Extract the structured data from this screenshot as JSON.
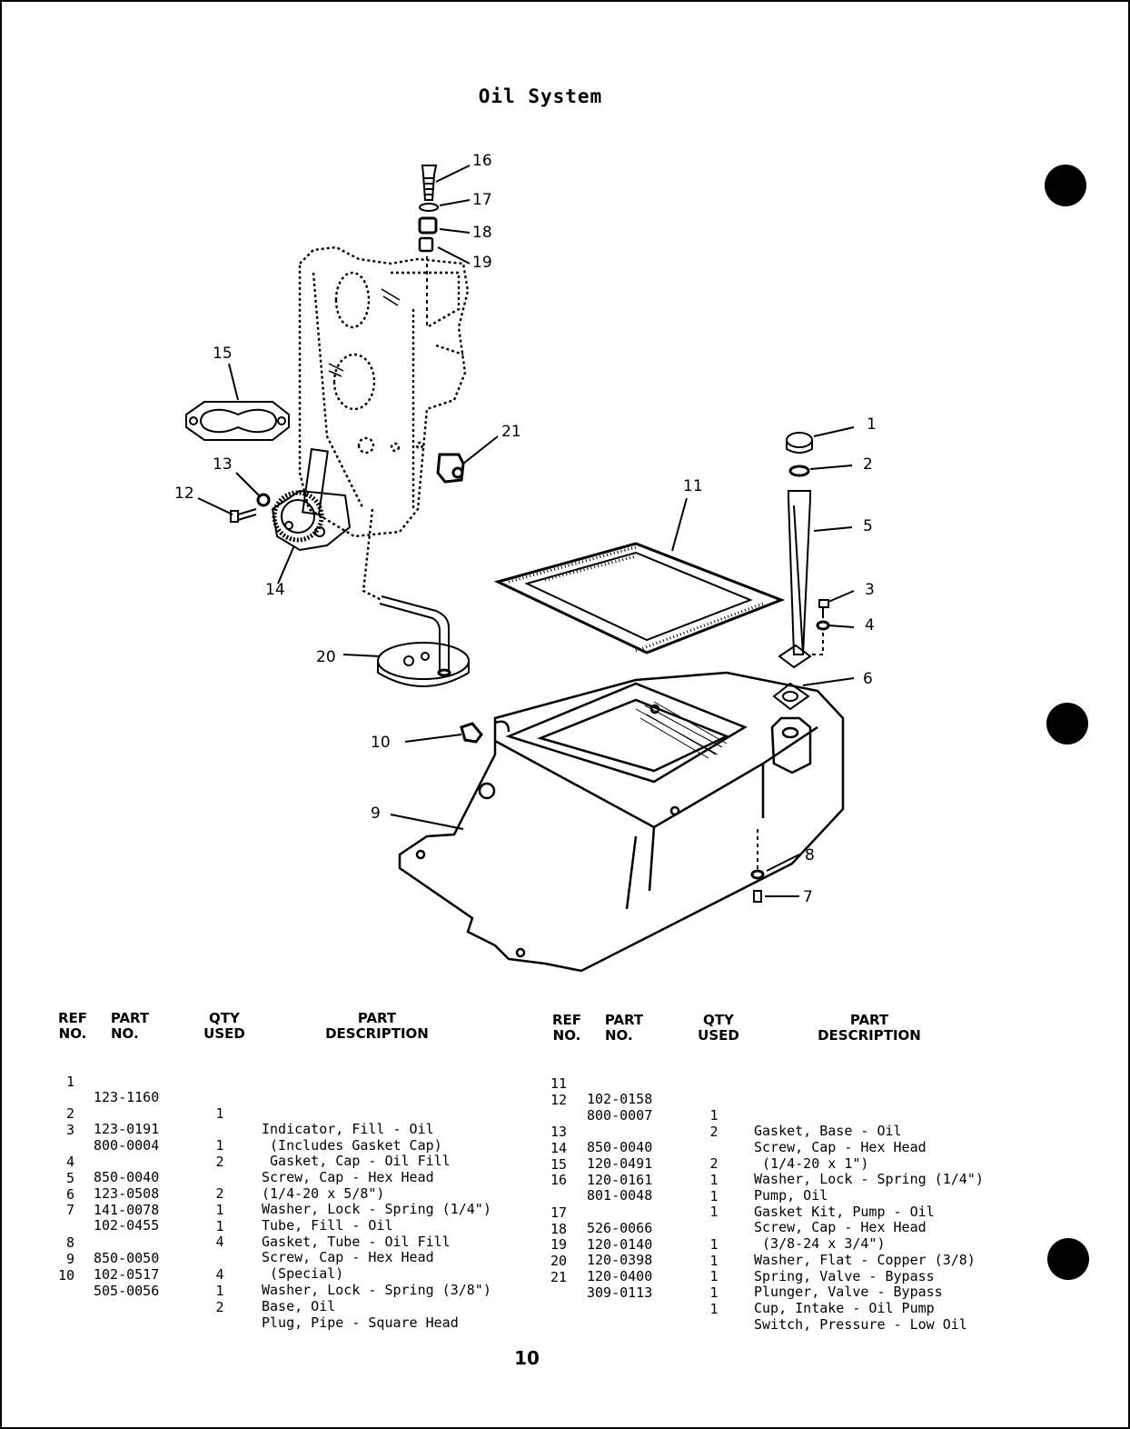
{
  "title": "Oil System",
  "page_number": "10",
  "callouts": [
    "16",
    "17",
    "18",
    "19",
    "15",
    "21",
    "13",
    "12",
    "14",
    "20",
    "11",
    "1",
    "2",
    "5",
    "3",
    "4",
    "6",
    "10",
    "9",
    "8",
    "7"
  ],
  "table_headers": {
    "ref": [
      "REF",
      "NO."
    ],
    "part": [
      "PART",
      "NO."
    ],
    "qty": [
      "QTY",
      "USED"
    ],
    "desc": [
      "PART",
      "DESCRIPTION"
    ]
  },
  "parts_left": [
    {
      "ref": "1",
      "part": "123-1160",
      "qty": "1",
      "desc": "Indicator, Fill - Oil\n (Includes Gasket Cap)"
    },
    {
      "ref": "2",
      "part": "123-0191",
      "qty": "1",
      "desc": " Gasket, Cap - Oil Fill"
    },
    {
      "ref": "3",
      "part": "800-0004",
      "qty": "2",
      "desc": "Screw, Cap - Hex Head\n(1/4-20 x 5/8\")"
    },
    {
      "ref": "4",
      "part": "850-0040",
      "qty": "2",
      "desc": "Washer, Lock - Spring (1/4\")"
    },
    {
      "ref": "5",
      "part": "123-0508",
      "qty": "1",
      "desc": "Tube, Fill - Oil"
    },
    {
      "ref": "6",
      "part": "141-0078",
      "qty": "1",
      "desc": "Gasket, Tube - Oil Fill"
    },
    {
      "ref": "7",
      "part": "102-0455",
      "qty": "4",
      "desc": "Screw, Cap - Hex Head\n (Special)"
    },
    {
      "ref": "8",
      "part": "850-0050",
      "qty": "4",
      "desc": "Washer, Lock - Spring (3/8\")"
    },
    {
      "ref": "9",
      "part": "102-0517",
      "qty": "1",
      "desc": "Base, Oil"
    },
    {
      "ref": "10",
      "part": "505-0056",
      "qty": "2",
      "desc": "Plug, Pipe - Square Head"
    }
  ],
  "parts_right": [
    {
      "ref": "11",
      "part": "102-0158",
      "qty": "1",
      "desc": "Gasket, Base - Oil"
    },
    {
      "ref": "12",
      "part": "800-0007",
      "qty": "2",
      "desc": "Screw, Cap - Hex Head\n (1/4-20 x 1\")"
    },
    {
      "ref": "13",
      "part": "850-0040",
      "qty": "2",
      "desc": "Washer, Lock - Spring (1/4\")"
    },
    {
      "ref": "14",
      "part": "120-0491",
      "qty": "1",
      "desc": "Pump, Oil"
    },
    {
      "ref": "15",
      "part": "120-0161",
      "qty": "1",
      "desc": "Gasket Kit, Pump - Oil"
    },
    {
      "ref": "16",
      "part": "801-0048",
      "qty": "1",
      "desc": "Screw, Cap - Hex Head\n (3/8-24 x 3/4\")"
    },
    {
      "ref": "17",
      "part": "526-0066",
      "qty": "1",
      "desc": "Washer, Flat - Copper (3/8)"
    },
    {
      "ref": "18",
      "part": "120-0140",
      "qty": "1",
      "desc": "Spring, Valve - Bypass"
    },
    {
      "ref": "19",
      "part": "120-0398",
      "qty": "1",
      "desc": "Plunger, Valve - Bypass"
    },
    {
      "ref": "20",
      "part": "120-0400",
      "qty": "1",
      "desc": "Cup, Intake - Oil Pump"
    },
    {
      "ref": "21",
      "part": "309-0113",
      "qty": "1",
      "desc": "Switch, Pressure - Low Oil"
    }
  ]
}
